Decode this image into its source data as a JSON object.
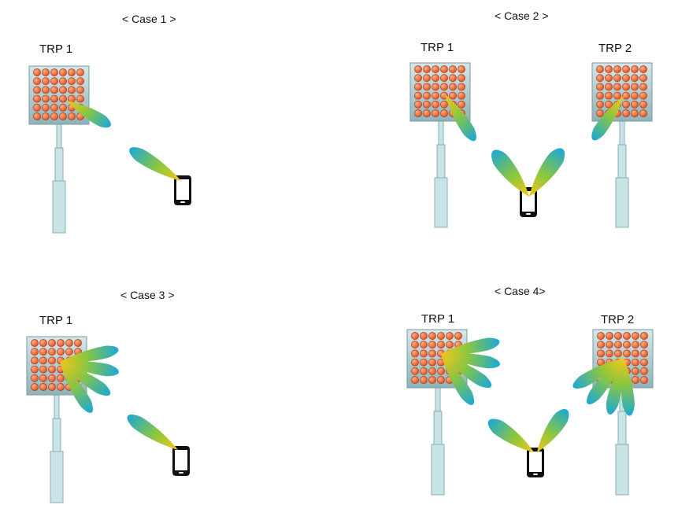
{
  "colors": {
    "background": "#ffffff",
    "panel_top": "#d5e7ea",
    "panel_bottom": "#8fb3ba",
    "panel_border": "#7a9aa1",
    "element_fill": "#e04e1b",
    "element_highlight": "#ffb08a",
    "pole_fill": "#c8e4e6",
    "pole_stroke": "#8aaeb2",
    "beam_tip": "#1da8d6",
    "beam_mid": "#8cc63f",
    "beam_base": "#f7c619",
    "phone": "#111111"
  },
  "panels": [
    {
      "caption": "< Case 1 >",
      "trp_labels": [
        "TRP 1"
      ],
      "user_equipment_icon": "smartphone-icon"
    },
    {
      "caption": "< Case 2 >",
      "trp_labels": [
        "TRP 1",
        "TRP 2"
      ],
      "user_equipment_icon": "smartphone-icon"
    },
    {
      "caption": "< Case 3 >",
      "trp_labels": [
        "TRP 1"
      ],
      "user_equipment_icon": "smartphone-icon"
    },
    {
      "caption": "< Case 4>",
      "trp_labels": [
        "TRP 1",
        "TRP 2"
      ],
      "user_equipment_icon": "smartphone-icon"
    }
  ]
}
